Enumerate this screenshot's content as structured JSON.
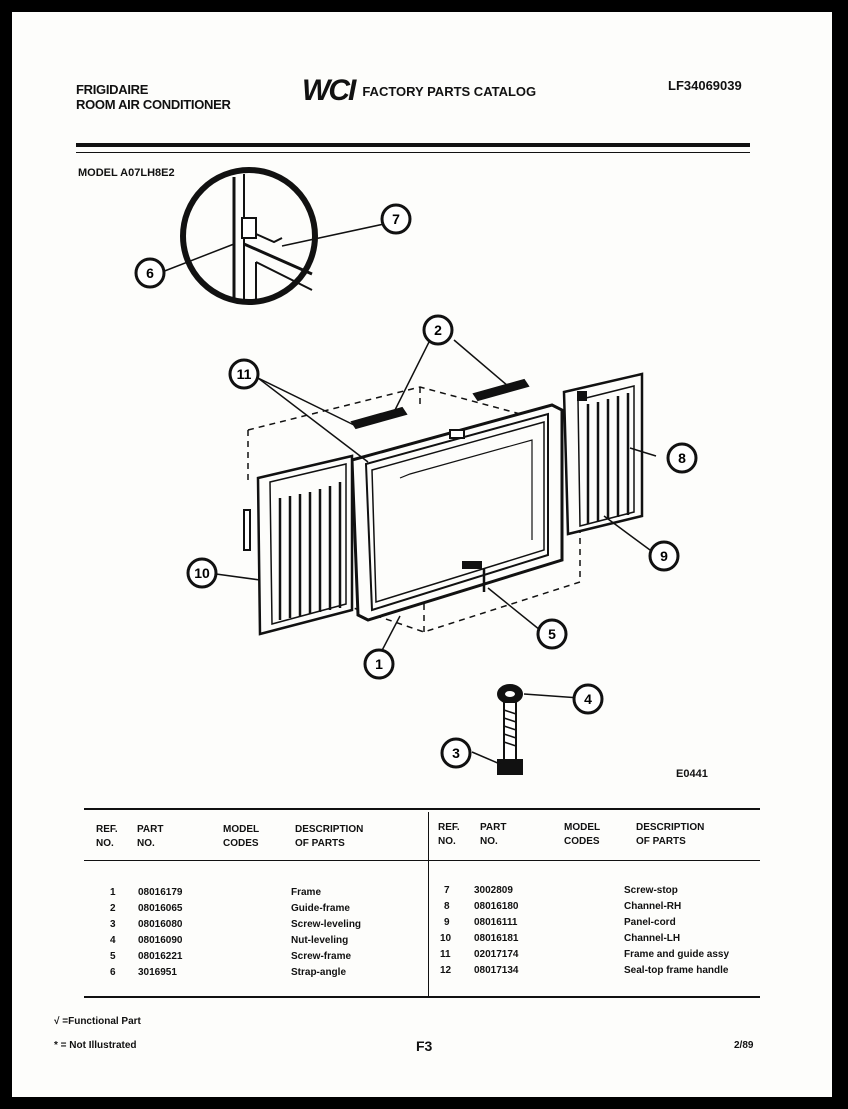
{
  "header": {
    "brand": "FRIGIDAIRE",
    "product": "ROOM AIR CONDITIONER",
    "logo": "WCI",
    "catalog_title": "FACTORY PARTS CATALOG",
    "catalog_code": "LF34069039"
  },
  "model_label": "MODEL A07LH8E2",
  "figure_code": "E0441",
  "callouts": [
    "1",
    "2",
    "3",
    "4",
    "5",
    "6",
    "7",
    "8",
    "9",
    "10",
    "11"
  ],
  "table": {
    "headers": {
      "ref": [
        "REF.",
        "NO."
      ],
      "part": [
        "PART",
        "NO."
      ],
      "model": [
        "MODEL",
        "CODES"
      ],
      "desc": [
        "DESCRIPTION",
        "OF PARTS"
      ]
    },
    "left_rows": [
      {
        "ref": "1",
        "part": "08016179",
        "desc": "Frame"
      },
      {
        "ref": "2",
        "part": "08016065",
        "desc": "Guide-frame"
      },
      {
        "ref": "3",
        "part": "08016080",
        "desc": "Screw-leveling"
      },
      {
        "ref": "4",
        "part": "08016090",
        "desc": "Nut-leveling"
      },
      {
        "ref": "5",
        "part": "08016221",
        "desc": "Screw-frame"
      },
      {
        "ref": "6",
        "part": "3016951",
        "desc": "Strap-angle"
      }
    ],
    "right_rows": [
      {
        "ref": "7",
        "part": "3002809",
        "desc": "Screw-stop"
      },
      {
        "ref": "8",
        "part": "08016180",
        "desc": "Channel-RH"
      },
      {
        "ref": "9",
        "part": "08016111",
        "desc": "Panel-cord"
      },
      {
        "ref": "10",
        "part": "08016181",
        "desc": "Channel-LH"
      },
      {
        "ref": "11",
        "part": "02017174",
        "desc": "Frame and guide assy"
      },
      {
        "ref": "12",
        "part": "08017134",
        "desc": "Seal-top frame handle"
      }
    ]
  },
  "footer": {
    "functional_note": "√ =Functional Part",
    "not_illustrated_note": "* = Not Illustrated",
    "page_code": "F3",
    "date": "2/89"
  }
}
